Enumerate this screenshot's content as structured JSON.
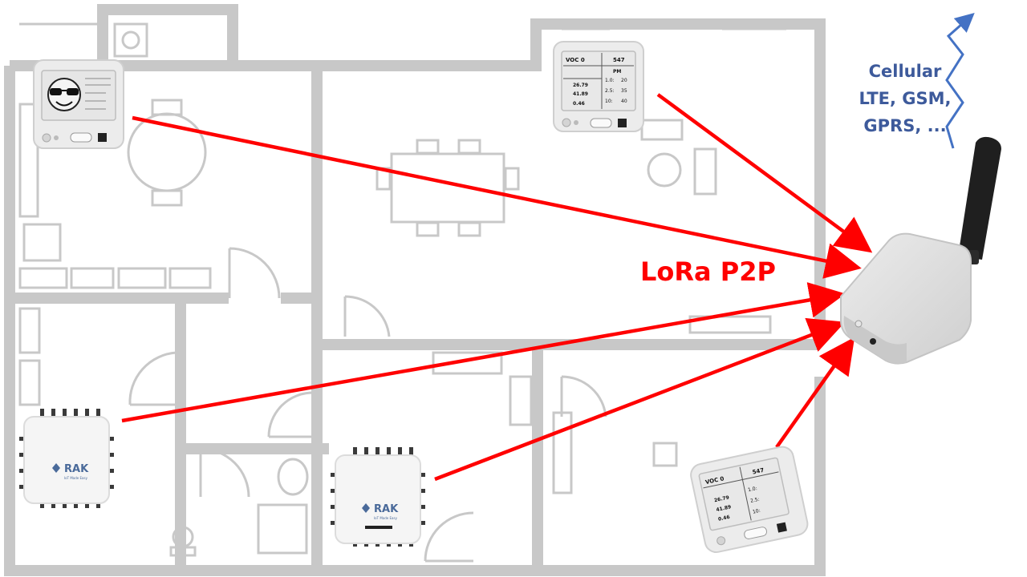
{
  "protocol_label": "LoRa P2P",
  "cellular": {
    "lines": [
      "Cellular",
      "LTE, GSM,",
      "GPRS, ..."
    ]
  },
  "epaper_screens": {
    "voc": "VOC 0",
    "value_547": "547",
    "pm": "PM",
    "pm_rows": [
      "1.0:",
      "2.5:",
      "10:"
    ],
    "pm_vals": [
      "20",
      "35",
      "40"
    ],
    "temp": "26.79",
    "hum": "41.89",
    "press": "0.46"
  },
  "sensor_brand": "RAK",
  "sensor_brand_sub": "IoT Made Easy",
  "colors": {
    "link_red": "#ff0000",
    "label_red": "#ff0000",
    "cellular_blue": "#3d5a9b",
    "uplink_blue": "#4472c4",
    "wall_gray": "#c8c8c8",
    "device_white": "#f2f2f2",
    "gateway_gray": "#dadada",
    "antenna_black": "#1f1f1f"
  },
  "icons": [
    "smiley-sunglasses-icon",
    "rak-logo-icon",
    "antenna-icon",
    "zigzag-uplink-icon"
  ]
}
